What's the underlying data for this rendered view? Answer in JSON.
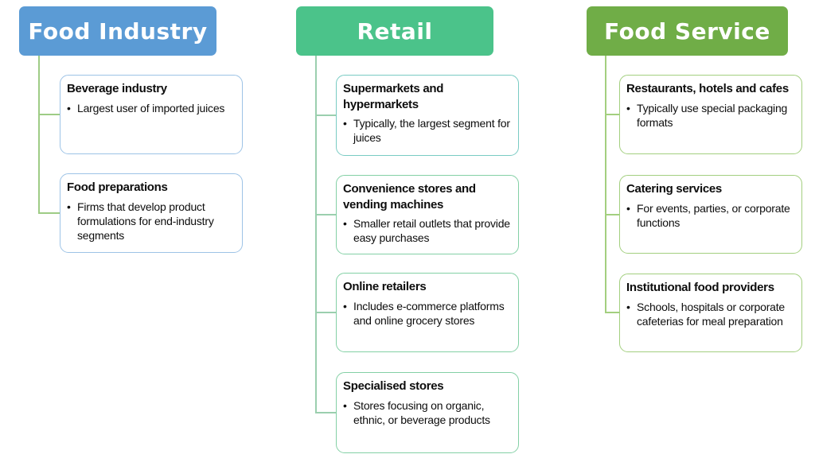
{
  "page": {
    "background": "#ffffff",
    "bullet_char": "•"
  },
  "diagram": {
    "columns": [
      {
        "title": "Food Industry",
        "header_color": "#5B9BD5",
        "line_color": "#9ECC85",
        "items": [
          {
            "title": "Beverage industry",
            "bullet": "Largest user of imported juices",
            "border_color": "#9DC3E6"
          },
          {
            "title": "Food preparations",
            "bullet": "Firms that develop product formulations for end-industry segments",
            "border_color": "#9DC3E6"
          }
        ]
      },
      {
        "title": "Retail",
        "header_color": "#4BC38A",
        "line_color": "#9BCFAE",
        "items": [
          {
            "title": "Supermarkets and hypermarkets",
            "bullet": "Typically, the largest segment for juices",
            "border_color": "#79CBC3"
          },
          {
            "title": "Convenience stores and vending machines",
            "bullet": "Smaller retail outlets that provide easy purchases",
            "border_color": "#83D0A5"
          },
          {
            "title": "Online retailers",
            "bullet": "Includes e-commerce platforms and online grocery stores",
            "border_color": "#83D0A5"
          },
          {
            "title": "Specialised stores",
            "bullet": "Stores focusing on organic, ethnic, or beverage products",
            "border_color": "#83D0A5"
          }
        ]
      },
      {
        "title": "Food Service",
        "header_color": "#70AD47",
        "line_color": "#A3CF7F",
        "items": [
          {
            "title": "Restaurants, hotels and cafes",
            "bullet": "Typically use special packaging formats",
            "border_color": "#A3CF7F"
          },
          {
            "title": "Catering services",
            "bullet": "For events, parties, or corporate functions",
            "border_color": "#A3CF7F"
          },
          {
            "title": "Institutional food providers",
            "bullet": "Schools, hospitals or corporate cafeterias for meal preparation",
            "border_color": "#A3CF7F"
          }
        ]
      }
    ]
  }
}
